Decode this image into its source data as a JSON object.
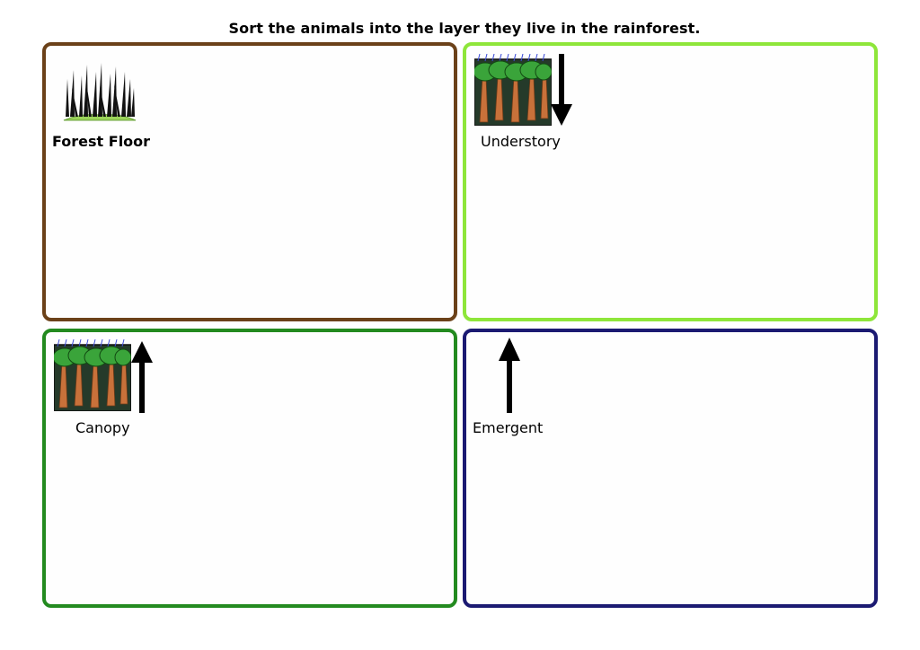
{
  "title": "Sort the animals into the layer they live in the rainforest.",
  "layers": {
    "forest_floor": {
      "label": "Forest Floor",
      "border_color": "#6b4119",
      "icon": "grass-icon"
    },
    "understory": {
      "label": "Understory",
      "border_color": "#8ee63a",
      "icon": "rainforest-trees-icon",
      "arrow": "arrow-down-icon"
    },
    "canopy": {
      "label": "Canopy",
      "border_color": "#238a1f",
      "icon": "rainforest-trees-icon",
      "arrow": "arrow-up-icon"
    },
    "emergent": {
      "label": "Emergent",
      "border_color": "#1b1a72",
      "arrow": "arrow-up-icon"
    }
  }
}
